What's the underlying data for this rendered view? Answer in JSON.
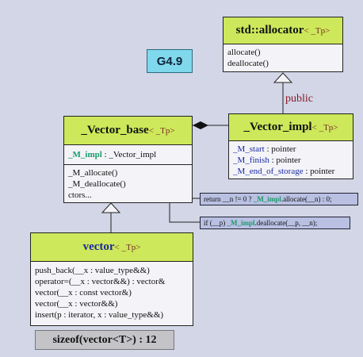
{
  "badge": "G4.9",
  "allocator": {
    "name": "std::allocator",
    "tparam": "< _Tp>",
    "methods": [
      "allocate()",
      "deallocate()"
    ]
  },
  "public_label": "public",
  "vector_impl": {
    "name": "_Vector_impl",
    "tparam": "< _Tp>",
    "fields": [
      {
        "name": "_M_start",
        "type": " : pointer"
      },
      {
        "name": "_M_finish",
        "type": " : pointer"
      },
      {
        "name": "_M_end_of_storage",
        "type": " : pointer"
      }
    ]
  },
  "vector_base": {
    "name": "_Vector_base",
    "tparam": "< _Tp>",
    "field": {
      "name": "_M_impl",
      "type": " : _Vector_impl"
    },
    "methods": [
      "_M_allocate()",
      "_M_deallocate()",
      "ctors..."
    ]
  },
  "notes": {
    "allocate": {
      "pre": "return __n != 0 ?  ",
      "call": "_M_impl",
      "post": ".allocate(__n) : 0;"
    },
    "deallocate": {
      "pre": "if (__p)  ",
      "call": "_M_impl",
      "post": ".deallocate(__p, __n);"
    }
  },
  "vector": {
    "name": "vector",
    "tparam": "< _Tp>",
    "methods": [
      "push_back(__x : value_type&&)",
      "operator=(__x : vector&&) : vector&",
      "vector(__x : const vector&)",
      "vector(__x : vector&&)",
      "insert(p : iterator, x : value_type&&)"
    ]
  },
  "sizeof_text": "sizeof(vector<T>) : 12",
  "colors": {
    "header": "#cde85a",
    "background": "#d2d6e6",
    "teal": "#1a9a6a",
    "note": "#b9c0e2",
    "badge": "#7fd8ec"
  }
}
